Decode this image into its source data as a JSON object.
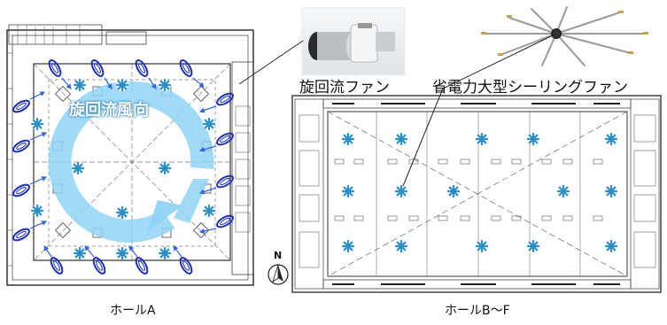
{
  "labels": {
    "flow_direction": "旋回流風向",
    "swirl_fan": "旋回流ファン",
    "ceiling_fan": "省電力大型シーリングファン",
    "hall_a": "ホールA",
    "hall_bf": "ホールB～F",
    "north": "N"
  },
  "colors": {
    "fan_marker": "#2b8fc9",
    "flow_arrow": "#8fd3f5",
    "swirl_fan_oval": "#1c2fc6",
    "small_arrow": "#3366dd",
    "drawing_line": "#444444"
  },
  "icons": {
    "fan_marker": "fan-marker-icon",
    "swirl_fan": "swirl-fan-icon",
    "north_arrow": "north-arrow-icon"
  }
}
